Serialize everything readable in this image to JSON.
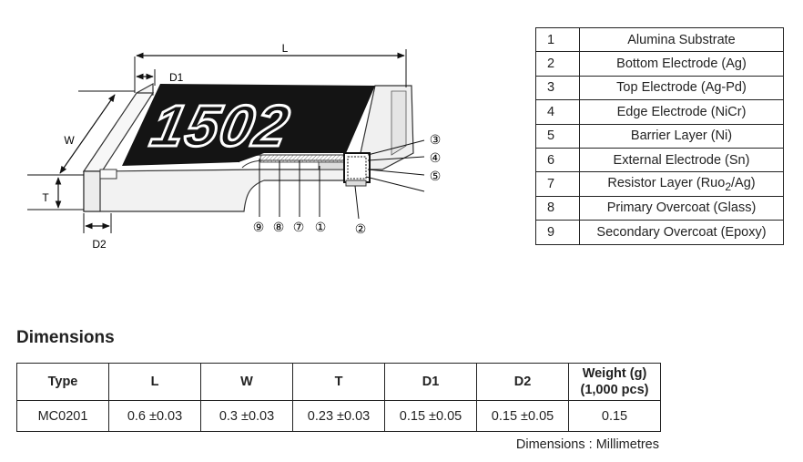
{
  "diagram": {
    "marking": "1502",
    "dim_labels": {
      "L": "L",
      "W": "W",
      "T": "T",
      "D1": "D1",
      "D2": "D2"
    },
    "callouts": {
      "c1": "①",
      "c2": "②",
      "c3": "③",
      "c4": "④",
      "c5": "⑤",
      "c7": "⑦",
      "c8": "⑧",
      "c9": "⑨"
    }
  },
  "layers": [
    {
      "num": "1",
      "name": "Alumina Substrate"
    },
    {
      "num": "2",
      "name": "Bottom Electrode (Ag)"
    },
    {
      "num": "3",
      "name": "Top Electrode (Ag-Pd)"
    },
    {
      "num": "4",
      "name": "Edge Electrode (NiCr)"
    },
    {
      "num": "5",
      "name": "Barrier Layer (Ni)"
    },
    {
      "num": "6",
      "name": "External Electrode (Sn)"
    },
    {
      "num": "7",
      "name_pre": "Resistor Layer (Ruo",
      "name_sub": "2",
      "name_post": "/Ag)"
    },
    {
      "num": "8",
      "name": "Primary Overcoat (Glass)"
    },
    {
      "num": "9",
      "name": "Secondary Overcoat (Epoxy)"
    }
  ],
  "dimensions": {
    "title": "Dimensions",
    "headers": [
      "Type",
      "L",
      "W",
      "T",
      "D1",
      "D2"
    ],
    "weight_header": [
      "Weight (g)",
      "(1,000 pcs)"
    ],
    "row": [
      "MC0201",
      "0.6 ±0.03",
      "0.3 ±0.03",
      "0.23 ±0.03",
      "0.15 ±0.05",
      "0.15 ±0.05",
      "0.15"
    ],
    "note": "Dimensions : Millimetres"
  }
}
